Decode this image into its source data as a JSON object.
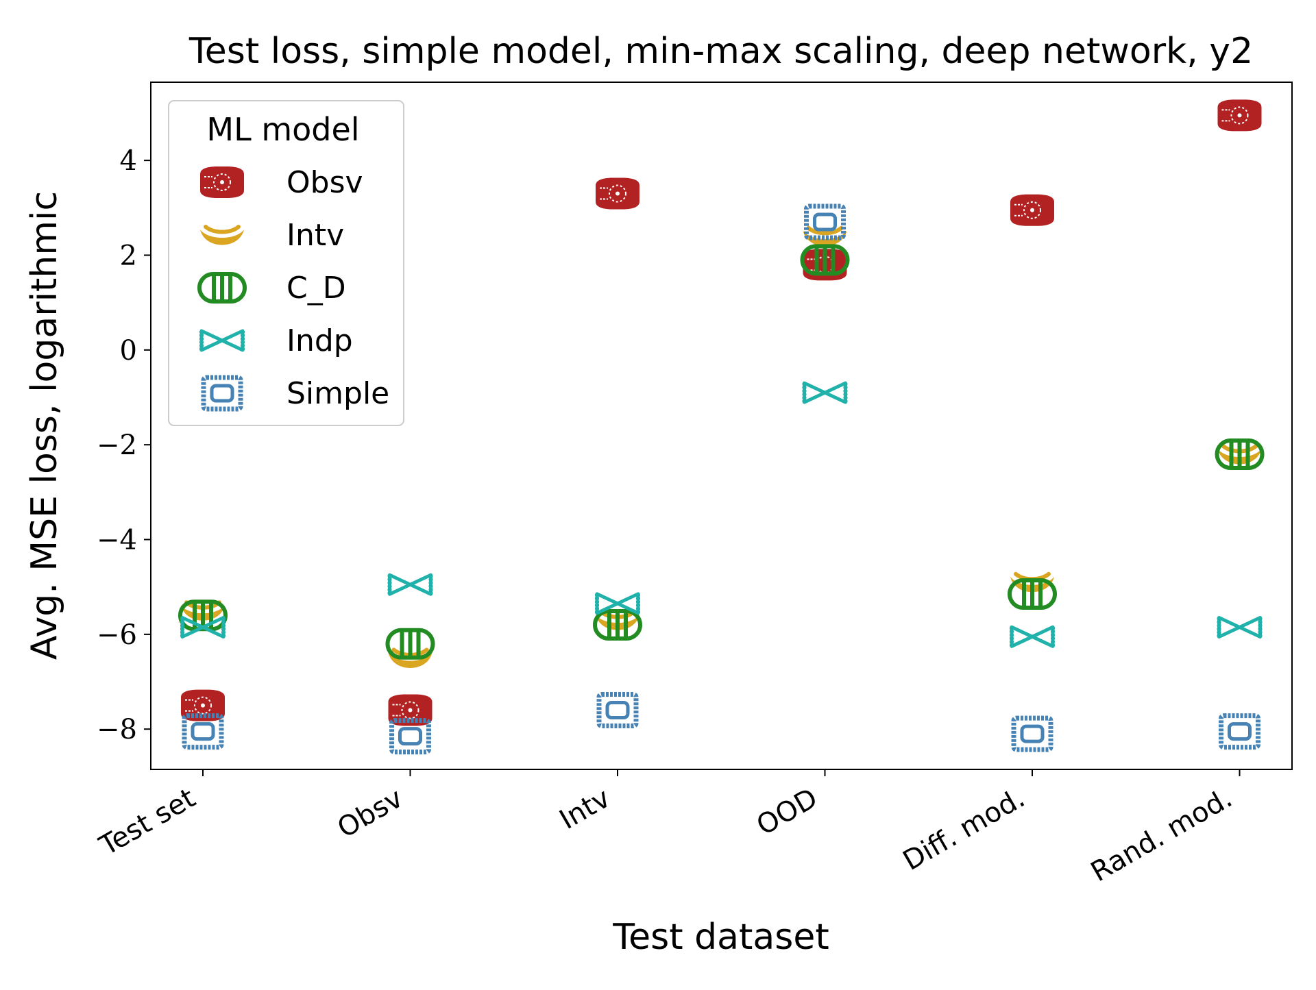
{
  "chart_data": {
    "type": "scatter",
    "title": "Test loss, simple model, min-max scaling, deep network, y2",
    "xlabel": "Test dataset",
    "ylabel": "Avg. MSE loss, logarithmic",
    "categories": [
      "Test set",
      "Obsv",
      "Intv",
      "OOD",
      "Diff. mod.",
      "Rand. mod."
    ],
    "ylim": [
      -8.85,
      5.65
    ],
    "yticks": [
      {
        "value": -8,
        "label": "−8"
      },
      {
        "value": -6,
        "label": "−6"
      },
      {
        "value": -4,
        "label": "−4"
      },
      {
        "value": -2,
        "label": "−2"
      },
      {
        "value": 0,
        "label": "0"
      },
      {
        "value": 2,
        "label": "2"
      },
      {
        "value": 4,
        "label": "4"
      }
    ],
    "grid": false,
    "legend": {
      "title": "ML model",
      "placement": "top-left"
    },
    "series": [
      {
        "name": "Obsv",
        "color": "#b22222",
        "marker": "filled-ravioli",
        "values": [
          -7.5,
          -7.6,
          3.3,
          1.8,
          2.95,
          4.95
        ]
      },
      {
        "name": "Intv",
        "color": "#daa520",
        "marker": "tortellini",
        "values": [
          -5.5,
          -6.5,
          -5.7,
          2.4,
          -4.9,
          -2.2
        ]
      },
      {
        "name": "C_D",
        "color": "#228b22",
        "marker": "rigatoni",
        "values": [
          -5.6,
          -6.2,
          -5.8,
          1.9,
          -5.15,
          -2.2
        ]
      },
      {
        "name": "Indp",
        "color": "#20b2aa",
        "marker": "farfalle",
        "values": [
          -5.85,
          -4.95,
          -5.35,
          -0.9,
          -6.05,
          -5.85
        ]
      },
      {
        "name": "Simple",
        "color": "#4682b4",
        "marker": "ravioli-square",
        "values": [
          -8.05,
          -8.15,
          -7.6,
          2.7,
          -8.1,
          -8.05
        ]
      }
    ]
  }
}
